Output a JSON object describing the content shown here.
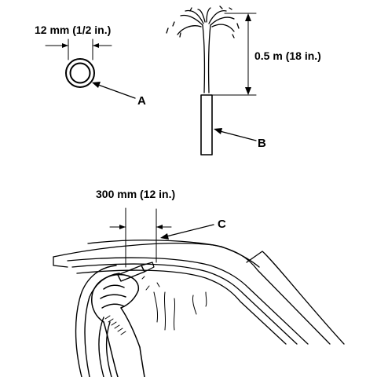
{
  "labels": {
    "hose_diameter": "12 mm (1/2 in.)",
    "spray_height": "0.5 m (18 in.)",
    "nozzle_distance": "300 mm (12 in.)",
    "callout_a": "A",
    "callout_b": "B",
    "callout_c": "C"
  },
  "colors": {
    "ink": "#000000",
    "background": "#ffffff"
  }
}
